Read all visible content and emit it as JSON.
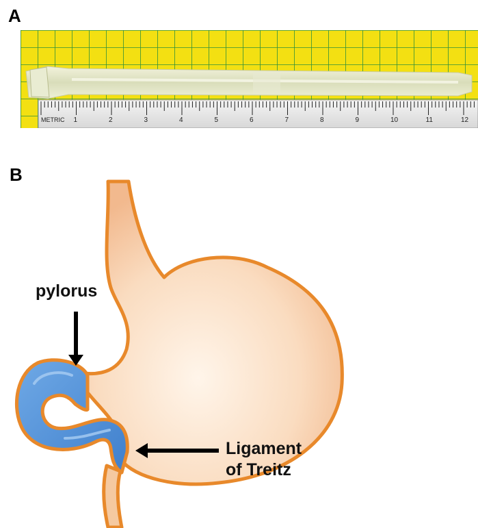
{
  "panels": {
    "a": {
      "label": "A"
    },
    "b": {
      "label": "B"
    }
  },
  "ruler": {
    "brand_text": "METRIC",
    "numbers": [
      "1",
      "2",
      "3",
      "4",
      "5",
      "6",
      "7",
      "8",
      "9",
      "10",
      "11",
      "12"
    ]
  },
  "annotations": {
    "pylorus": "pylorus",
    "treitz_line1": "Ligament",
    "treitz_line2": "of Treitz"
  },
  "colors": {
    "grid_background": "#f3e012",
    "grid_lines": "#2f8f3a",
    "tube": "#dfe3c8",
    "stomach_fill": "#f7d2b0",
    "stomach_outline": "#e8892b",
    "duodenum_fill": "#4f8fd6",
    "duodenum_outline": "#2d5fa0",
    "arrow": "#000000"
  }
}
